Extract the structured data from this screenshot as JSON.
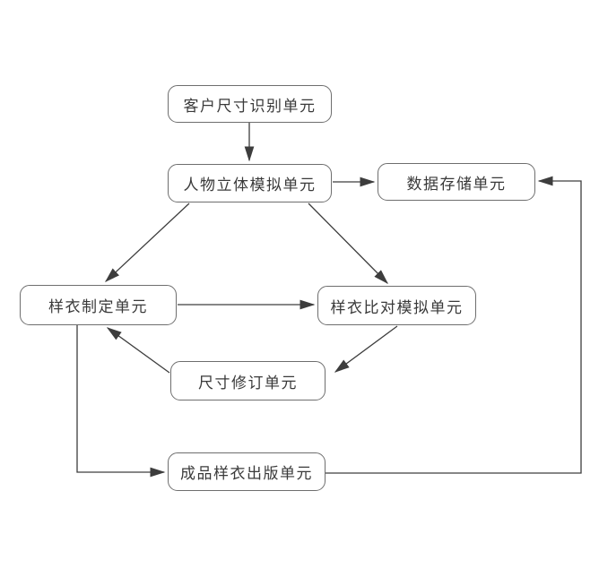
{
  "diagram": {
    "type": "flowchart",
    "colors": {
      "background": "#ffffff",
      "node_fill": "#ffffff",
      "node_border": "#6e6e6e",
      "line": "#3d3d3d",
      "text": "#3a3a3a"
    },
    "nodes": {
      "customer_size_recognition": {
        "label": "客户尺寸识别单元"
      },
      "figure_3d_simulation": {
        "label": "人物立体模拟单元"
      },
      "data_storage": {
        "label": "数据存储单元"
      },
      "sample_formulation": {
        "label": "样衣制定单元"
      },
      "sample_comparison_simulation": {
        "label": "样衣比对模拟单元"
      },
      "size_revision": {
        "label": "尺寸修订单元"
      },
      "finished_sample_publishing": {
        "label": "成品样衣出版单元"
      }
    },
    "edges": [
      {
        "from": "客户尺寸识别单元",
        "to": "人物立体模拟单元",
        "style": "straight"
      },
      {
        "from": "人物立体模拟单元",
        "to": "数据存储单元",
        "style": "straight"
      },
      {
        "from": "人物立体模拟单元",
        "to": "样衣制定单元",
        "style": "diagonal"
      },
      {
        "from": "人物立体模拟单元",
        "to": "样衣比对模拟单元",
        "style": "diagonal"
      },
      {
        "from": "样衣制定单元",
        "to": "样衣比对模拟单元",
        "style": "straight"
      },
      {
        "from": "样衣比对模拟单元",
        "to": "尺寸修订单元",
        "style": "diagonal"
      },
      {
        "from": "尺寸修订单元",
        "to": "样衣制定单元",
        "style": "diagonal"
      },
      {
        "from": "样衣制定单元",
        "to": "成品样衣出版单元",
        "style": "orthogonal"
      },
      {
        "from": "成品样衣出版单元",
        "to": "数据存储单元",
        "style": "orthogonal"
      }
    ]
  }
}
